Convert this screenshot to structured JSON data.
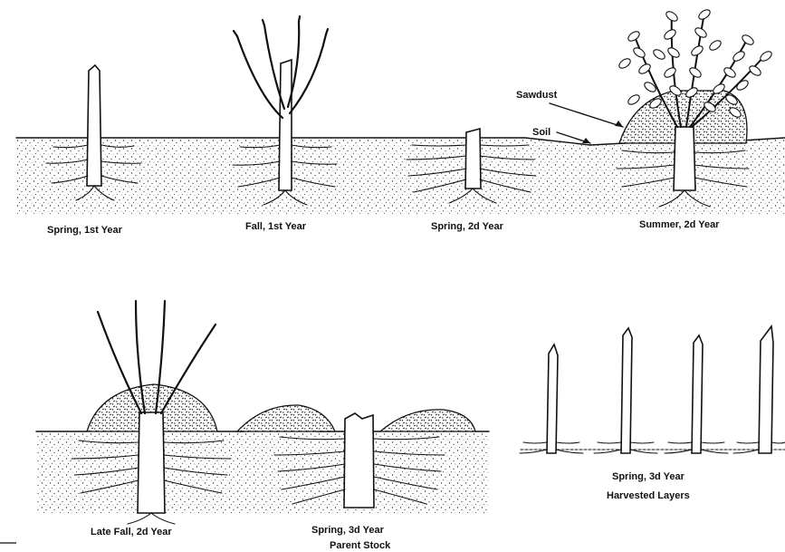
{
  "panels": {
    "spring_1st_year": "Spring, 1st Year",
    "fall_1st_year": "Fall, 1st Year",
    "spring_2d_year": "Spring, 2d Year",
    "summer_2d_year": "Summer, 2d Year",
    "late_fall_2d_year": "Late Fall, 2d Year",
    "spring_3d_year_parent": [
      "Spring, 3d Year",
      "Parent Stock"
    ],
    "spring_3d_year_harvested": [
      "Spring, 3d Year",
      "Harvested Layers"
    ]
  },
  "annotations": {
    "sawdust": "Sawdust",
    "soil": "Soil"
  }
}
